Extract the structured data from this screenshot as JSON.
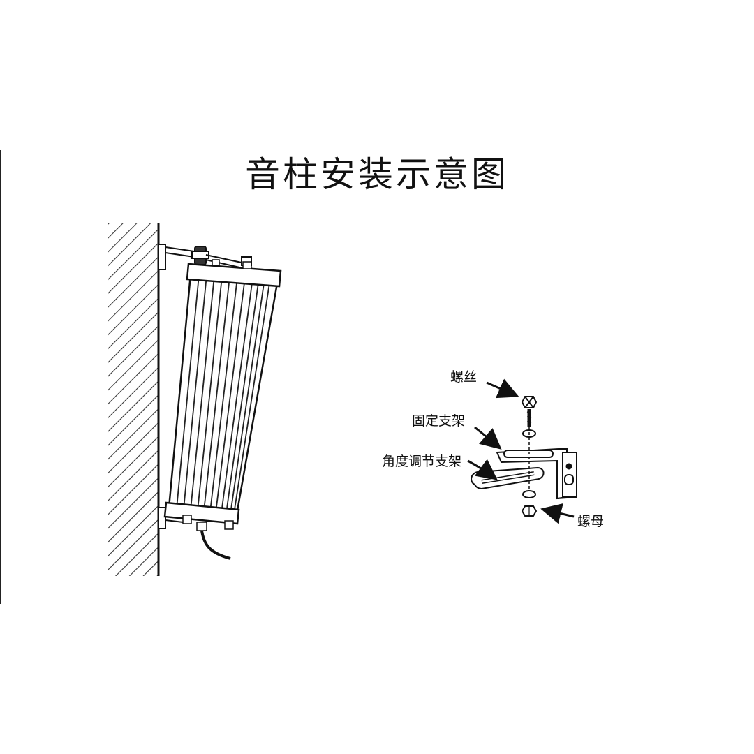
{
  "diagram": {
    "title": "音柱安装示意图",
    "labels": {
      "screw": "螺丝",
      "fixed_bracket": "固定支架",
      "angle_bracket": "角度调节支架",
      "nut": "螺母"
    }
  }
}
